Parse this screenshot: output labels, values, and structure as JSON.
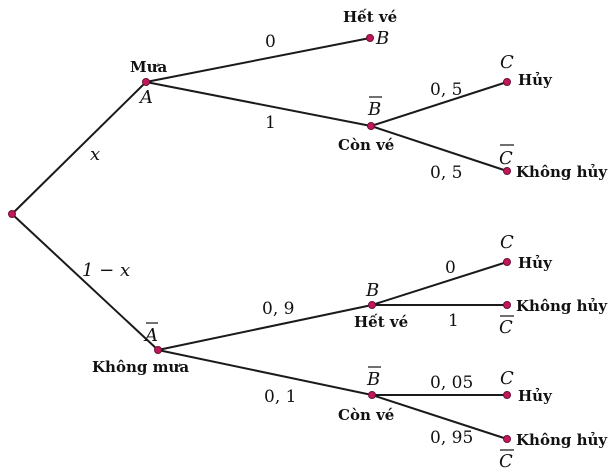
{
  "edges": {
    "mua_het": "0",
    "mua_con": "1",
    "mua_con_huy": "0, 5",
    "mua_con_khong": "0, 5",
    "root_mua": "x",
    "root_khong": "1 − x",
    "khong_het": "0, 9",
    "khong_het_huy": "0",
    "khong_het_khong": "1",
    "khong_con": "0, 1",
    "khong_con_huy": "0, 05",
    "khong_con_khong": "0, 95"
  },
  "nodes": {
    "mua_text": "Mưa",
    "mua_symbol": "A",
    "khong_mua_text": "Không mưa",
    "khong_mua_symbol": "A",
    "het_ve_text": "Hết vé",
    "con_ve_text": "Còn vé",
    "b_symbol": "B",
    "c_symbol": "C",
    "huy_text": "Hủy",
    "khong_huy_text": "Không hủy"
  },
  "colors": {
    "node_fill": "#c2185b",
    "edge": "#1a1a1a"
  }
}
